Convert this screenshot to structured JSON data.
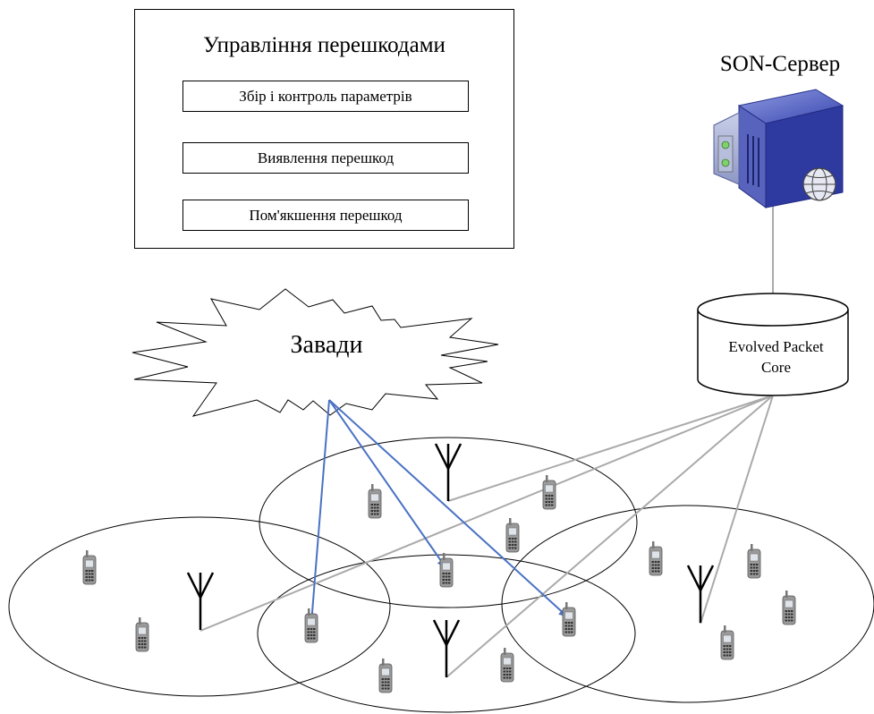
{
  "panel": {
    "title": "Управління перешкодами",
    "items": [
      "Збір і контроль параметрів",
      "Виявлення перешкод",
      "Пом'якшення перешкод"
    ]
  },
  "server": {
    "label": "SON-Сервер"
  },
  "interference": {
    "label": "Завади"
  },
  "core": {
    "line1": "Evolved Packet",
    "line2": "Core"
  },
  "colors": {
    "interference_arrows": "#4a72c4",
    "backhaul_links": "#aaaaaa",
    "server_body": "#2f3aa0"
  }
}
